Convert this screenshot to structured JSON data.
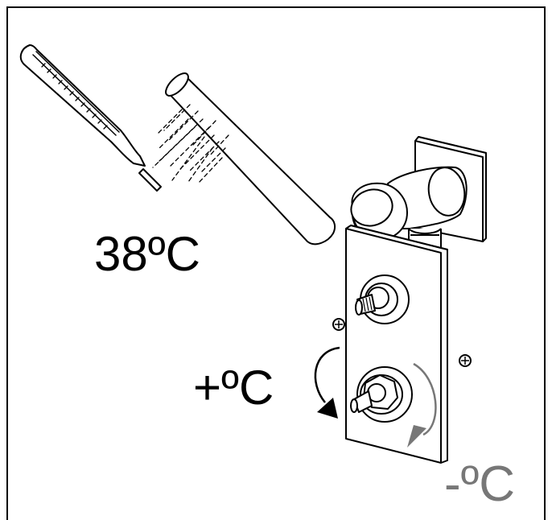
{
  "labels": {
    "setpoint_temperature": "38ºC",
    "increase_temperature": "+ºC",
    "decrease_temperature": "-ºC"
  },
  "colors": {
    "line": "#000000",
    "background": "#ffffff",
    "decrease_label": "#777777",
    "decrease_arrow": "#777777",
    "increase_arrow": "#000000"
  },
  "icons": {
    "thermometer": "thermometer-icon",
    "hand_shower": "hand-shower-icon",
    "valve": "thermostatic-valve-icon",
    "increase_arrow": "clockwise-arrow-icon",
    "decrease_arrow": "counterclockwise-arrow-icon"
  }
}
